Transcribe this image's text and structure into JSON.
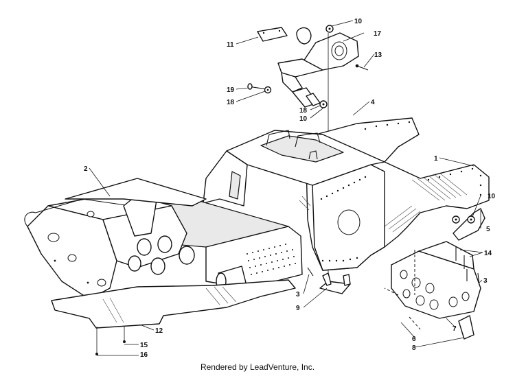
{
  "diagram": {
    "callouts": [
      {
        "id": "c1",
        "label": "1"
      },
      {
        "id": "c2",
        "label": "2"
      },
      {
        "id": "c3a",
        "label": "3"
      },
      {
        "id": "c3b",
        "label": "3"
      },
      {
        "id": "c4",
        "label": "4"
      },
      {
        "id": "c5",
        "label": "5"
      },
      {
        "id": "c6",
        "label": "6"
      },
      {
        "id": "c7",
        "label": "7"
      },
      {
        "id": "c8",
        "label": "8"
      },
      {
        "id": "c9",
        "label": "9"
      },
      {
        "id": "c10a",
        "label": "10"
      },
      {
        "id": "c10b",
        "label": "10"
      },
      {
        "id": "c10c",
        "label": "10"
      },
      {
        "id": "c11",
        "label": "11"
      },
      {
        "id": "c12",
        "label": "12"
      },
      {
        "id": "c13",
        "label": "13"
      },
      {
        "id": "c14",
        "label": "14"
      },
      {
        "id": "c15",
        "label": "15"
      },
      {
        "id": "c16",
        "label": "16"
      },
      {
        "id": "c17",
        "label": "17"
      },
      {
        "id": "c18a",
        "label": "18"
      },
      {
        "id": "c18b",
        "label": "18"
      },
      {
        "id": "c19",
        "label": "19"
      }
    ]
  },
  "footer": {
    "credit": "Rendered by LeadVenture, Inc."
  }
}
